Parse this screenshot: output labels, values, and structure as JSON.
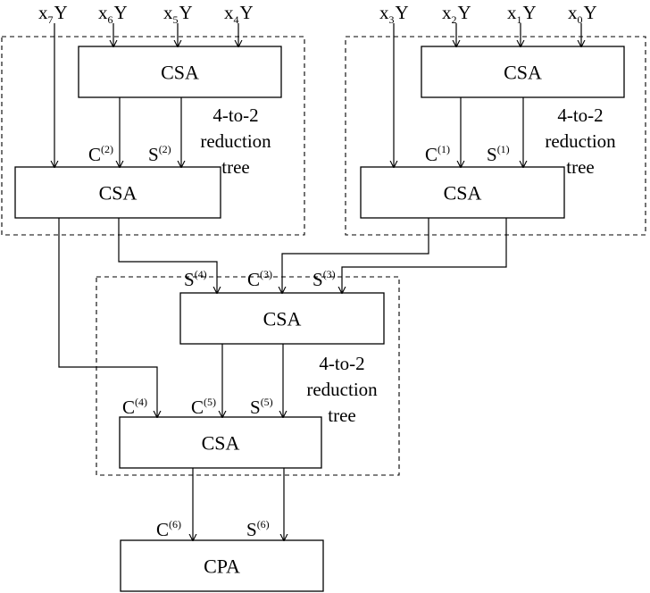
{
  "diagram": {
    "inputs": [
      {
        "x": "x",
        "sub": "7",
        "y": "Y"
      },
      {
        "x": "x",
        "sub": "6",
        "y": "Y"
      },
      {
        "x": "x",
        "sub": "5",
        "y": "Y"
      },
      {
        "x": "x",
        "sub": "4",
        "y": "Y"
      },
      {
        "x": "x",
        "sub": "3",
        "y": "Y"
      },
      {
        "x": "x",
        "sub": "2",
        "y": "Y"
      },
      {
        "x": "x",
        "sub": "1",
        "y": "Y"
      },
      {
        "x": "x",
        "sub": "0",
        "y": "Y"
      }
    ],
    "blocks": {
      "csa_top_left": "CSA",
      "csa_mid_left": "CSA",
      "csa_top_right": "CSA",
      "csa_mid_right": "CSA",
      "csa_center_top": "CSA",
      "csa_center_bottom": "CSA",
      "cpa": "CPA"
    },
    "signals": {
      "c2": {
        "base": "C",
        "sup": "(2)"
      },
      "s2": {
        "base": "S",
        "sup": "(2)"
      },
      "c1": {
        "base": "C",
        "sup": "(1)"
      },
      "s1": {
        "base": "S",
        "sup": "(1)"
      },
      "s4": {
        "base": "S",
        "sup": "(4)"
      },
      "c3": {
        "base": "C",
        "sup": "(3)"
      },
      "s3": {
        "base": "S",
        "sup": "(3)"
      },
      "c4": {
        "base": "C",
        "sup": "(4)"
      },
      "c5": {
        "base": "C",
        "sup": "(5)"
      },
      "s5": {
        "base": "S",
        "sup": "(5)"
      },
      "c6": {
        "base": "C",
        "sup": "(6)"
      },
      "s6": {
        "base": "S",
        "sup": "(6)"
      }
    },
    "group_notes": {
      "left": [
        "4-to-2",
        "reduction",
        "tree"
      ],
      "right": [
        "4-to-2",
        "reduction",
        "tree"
      ],
      "center": [
        "4-to-2",
        "reduction",
        "tree"
      ]
    }
  }
}
